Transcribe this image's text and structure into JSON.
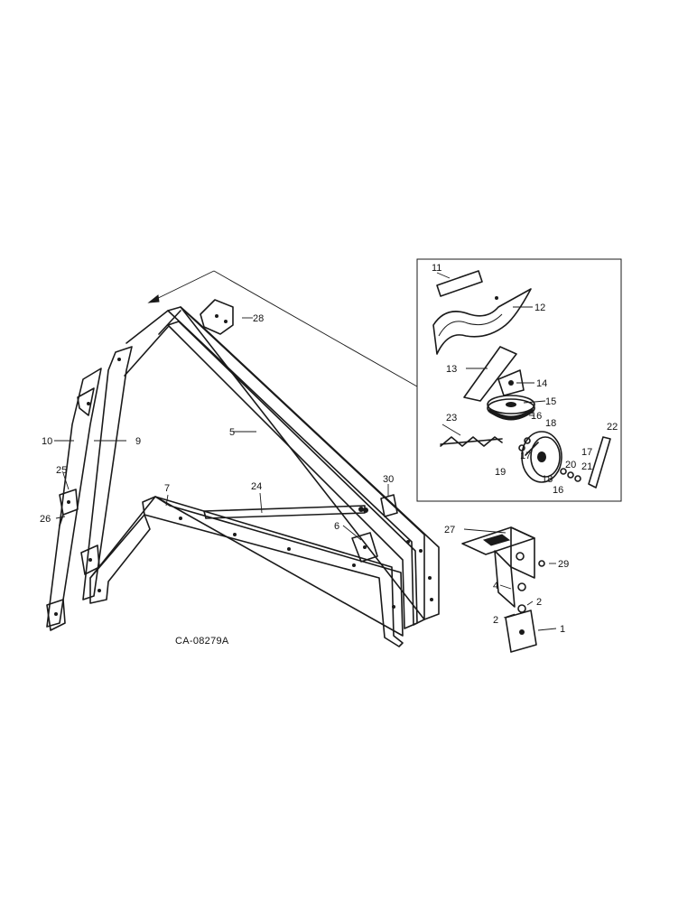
{
  "drawing_code": "CA-08279A",
  "callouts": {
    "c1": "1",
    "c2a": "2",
    "c2b": "2",
    "c4": "4",
    "c5": "5",
    "c6": "6",
    "c7": "7",
    "c9": "9",
    "c10": "10",
    "c11": "11",
    "c12": "12",
    "c13": "13",
    "c14": "14",
    "c15": "15",
    "c16a": "16",
    "c16b": "16",
    "c17a": "17",
    "c17b": "17",
    "c18a": "18",
    "c18b": "18",
    "c19": "19",
    "c20": "20",
    "c21": "21",
    "c22": "22",
    "c23": "23",
    "c24": "24",
    "c25": "25",
    "c26": "26",
    "c27": "27",
    "c28": "28",
    "c29": "29",
    "c30": "30"
  }
}
